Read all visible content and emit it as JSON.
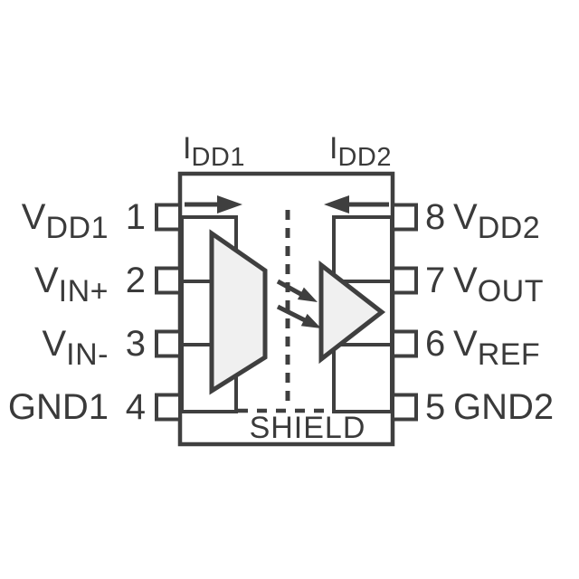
{
  "diagram": {
    "top_currents": {
      "left": {
        "main": "I",
        "sub": "DD1"
      },
      "right": {
        "main": "I",
        "sub": "DD2"
      }
    },
    "pins": {
      "left": [
        {
          "num": "1",
          "main": "V",
          "sub": "DD1"
        },
        {
          "num": "2",
          "main": "V",
          "sub": "IN+"
        },
        {
          "num": "3",
          "main": "V",
          "sub": "IN-"
        },
        {
          "num": "4",
          "main": "GND1",
          "sub": ""
        }
      ],
      "right": [
        {
          "num": "8",
          "main": "V",
          "sub": "DD2"
        },
        {
          "num": "7",
          "main": "V",
          "sub": "OUT"
        },
        {
          "num": "6",
          "main": "V",
          "sub": "REF"
        },
        {
          "num": "5",
          "main": "GND2",
          "sub": ""
        }
      ]
    },
    "shield_label": "SHIELD"
  },
  "colors": {
    "stroke": "#3f3f3f",
    "text": "#3a3a3a",
    "shape_fill": "#f0f0f0",
    "background": "#ffffff"
  }
}
